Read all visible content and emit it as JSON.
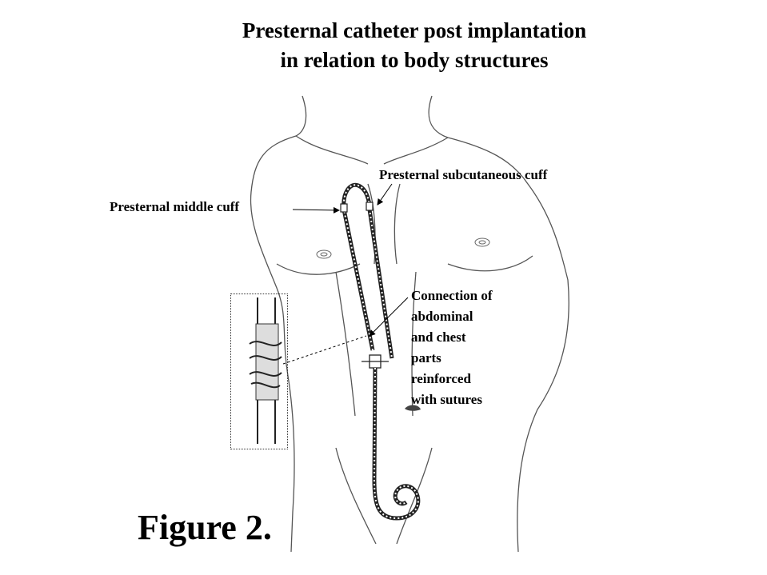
{
  "title_line1": "Presternal catheter post implantation",
  "title_line2": "in relation to body structures",
  "labels": {
    "subcutaneous_cuff": "Presternal subcutaneous cuff",
    "middle_cuff": "Presternal middle cuff",
    "connection": "Connection of\nabdominal\nand chest\nparts\nreinforced\nwith sutures"
  },
  "figure_label": "Figure 2."
}
